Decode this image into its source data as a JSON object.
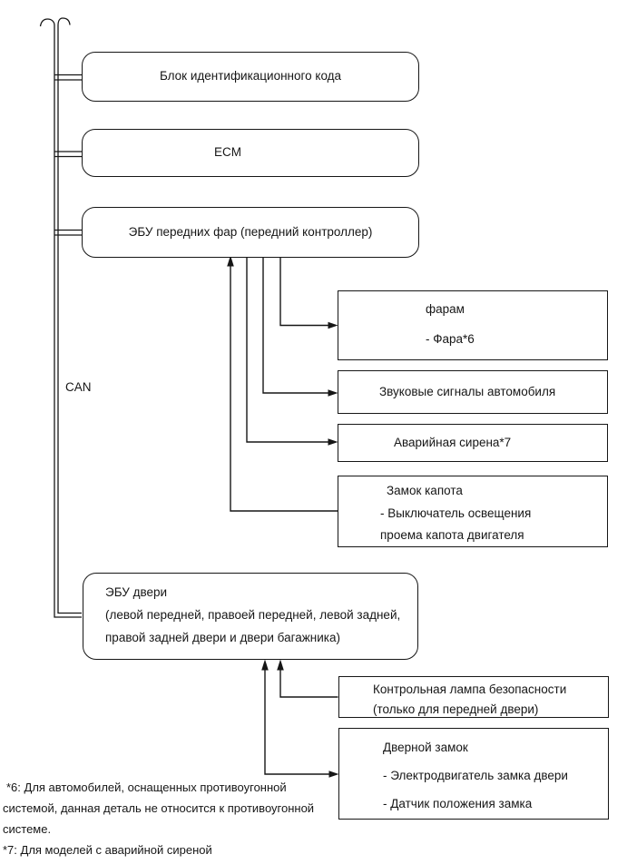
{
  "page": {
    "bus_label": "CAN",
    "nodes": {
      "id_code_unit": {
        "title": "Блок идентификационного кода"
      },
      "ecm": {
        "title": "ECM"
      },
      "front_light_ecu": {
        "title": "ЭБУ передних фар (передний контроллер)"
      },
      "door_ecu": {
        "line1": "ЭБУ двери",
        "line2": "(левой передней, правоей передней, левой задней,",
        "line3": "правой задней двери и двери багажника)"
      },
      "headlamps": {
        "line1": "фарам",
        "line2": "- Фара*6"
      },
      "horns": {
        "title": "Звуковые сигналы автомобиля"
      },
      "emergency_siren": {
        "title": "Аварийная сирена*7"
      },
      "hood_lock": {
        "line1": "Замок капота",
        "line2": "- Выключатель освещения",
        "line3": "проема капота двигателя"
      },
      "security_lamp": {
        "line1": "Контрольная лампа безопасности",
        "line2": "(только для передней двери)"
      },
      "door_lock": {
        "line1": "Дверной замок",
        "line2": "- Электродвигатель замка двери",
        "line3": "- Датчик положения замка"
      }
    },
    "footnotes": {
      "line1": "*6: Для автомобилей, оснащенных противоугонной",
      "line2": "системой, данная деталь не относится к противоугонной",
      "line3": "системе.",
      "line4": "*7: Для моделей с аварийной сиреной"
    },
    "colors": {
      "line": "#161616",
      "background": "#ffffff"
    }
  }
}
